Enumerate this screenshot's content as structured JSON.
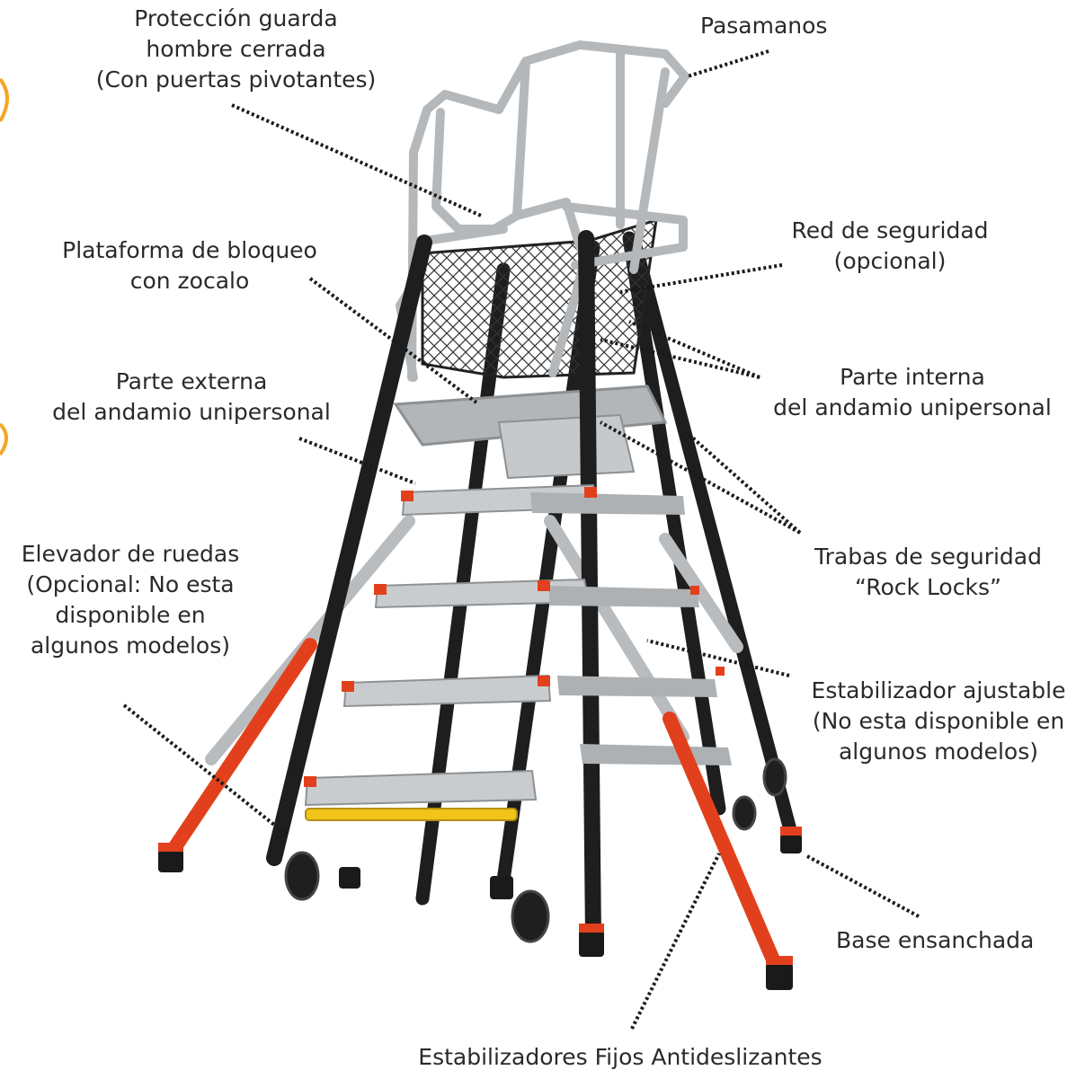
{
  "colors": {
    "rail_orange": "#e2401c",
    "frame_black": "#1e1e1e",
    "aluminum": "#c9cccf",
    "wheel_bar_yellow": "#f0c419",
    "edge_accent": "#f5a623"
  },
  "labels": {
    "guard": [
      "Protección guarda",
      "hombre cerrada",
      "(Con puertas pivotantes)"
    ],
    "handrail": [
      "Pasamanos"
    ],
    "net": [
      "Red de seguridad",
      "(opcional)"
    ],
    "platform": [
      "Plataforma de bloqueo",
      "con zocalo"
    ],
    "inner": [
      "Parte interna",
      "del andamio unipersonal"
    ],
    "outer": [
      "Parte externa",
      "del andamio unipersonal"
    ],
    "rocklocks": [
      "Trabas de seguridad",
      "“Rock Locks”"
    ],
    "wheels": [
      "Elevador de ruedas",
      "(Opcional: No esta",
      "disponible en",
      "algunos modelos)"
    ],
    "adj_stabilizer": [
      "Estabilizador ajustable",
      "(No esta disponible en",
      "algunos modelos)"
    ],
    "base": [
      "Base ensanchada"
    ],
    "fixed_stabilizers": [
      "Estabilizadores Fijos Antideslizantes"
    ]
  }
}
